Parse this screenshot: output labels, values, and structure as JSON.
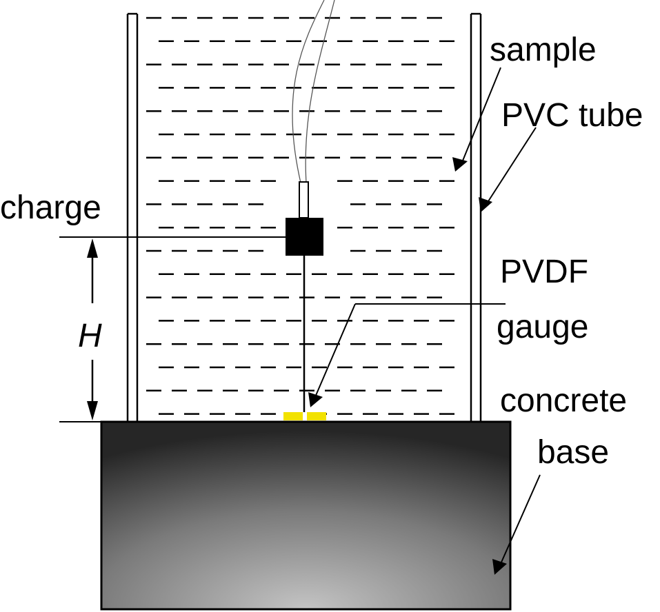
{
  "labels": {
    "sample": "sample",
    "pvc_tube": "PVC tube",
    "charge": "charge",
    "pvdf_line1": "PVDF",
    "pvdf_line2": "gauge",
    "height": "H",
    "concrete_line1": "concrete",
    "concrete_line2": "base"
  },
  "colors": {
    "gauge": "#f2e200",
    "line": "#000000",
    "base_dark": "#2a2a2a",
    "base_light": "#bdbdbd"
  }
}
